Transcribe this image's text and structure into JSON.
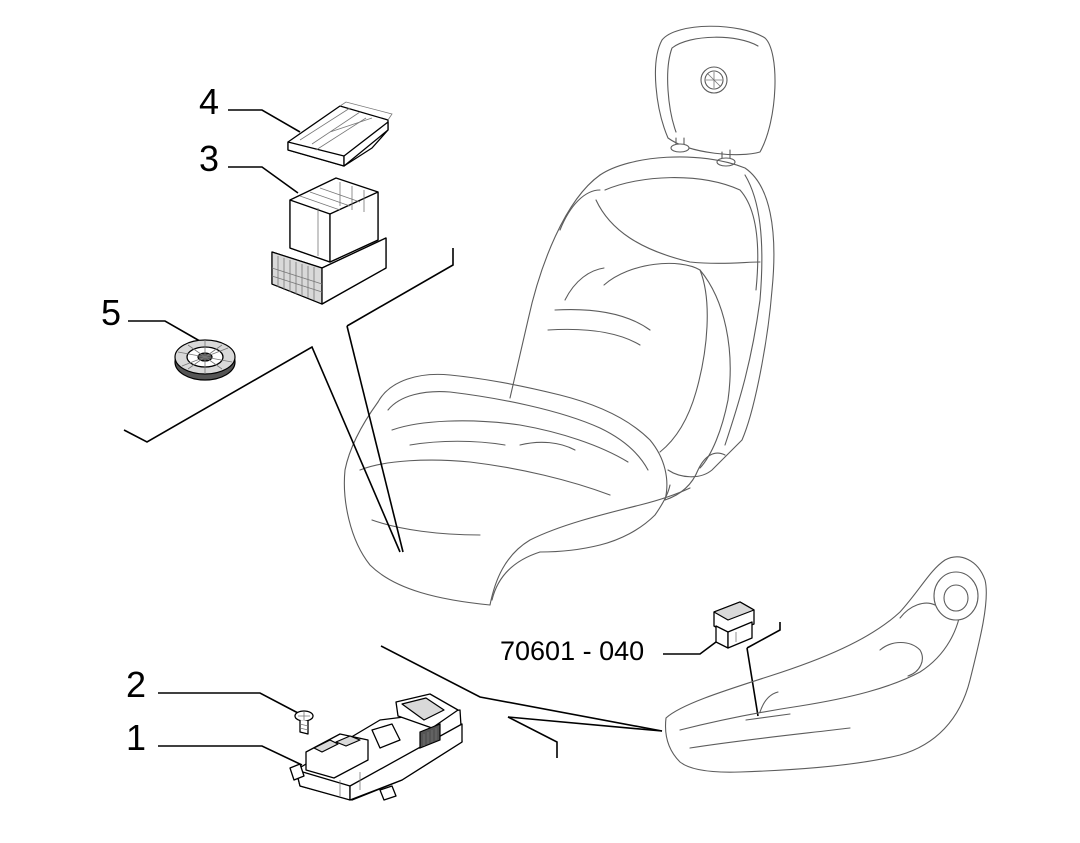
{
  "callouts": {
    "c1": "1",
    "c2": "2",
    "c3": "3",
    "c4": "4",
    "c5": "5",
    "ref": "70601 - 040"
  },
  "icons": {
    "headrest_emblem": "brand-emblem-icon"
  },
  "colors": {
    "line": "#000000",
    "seat_outline": "#5c5c5c",
    "background": "#ffffff"
  }
}
